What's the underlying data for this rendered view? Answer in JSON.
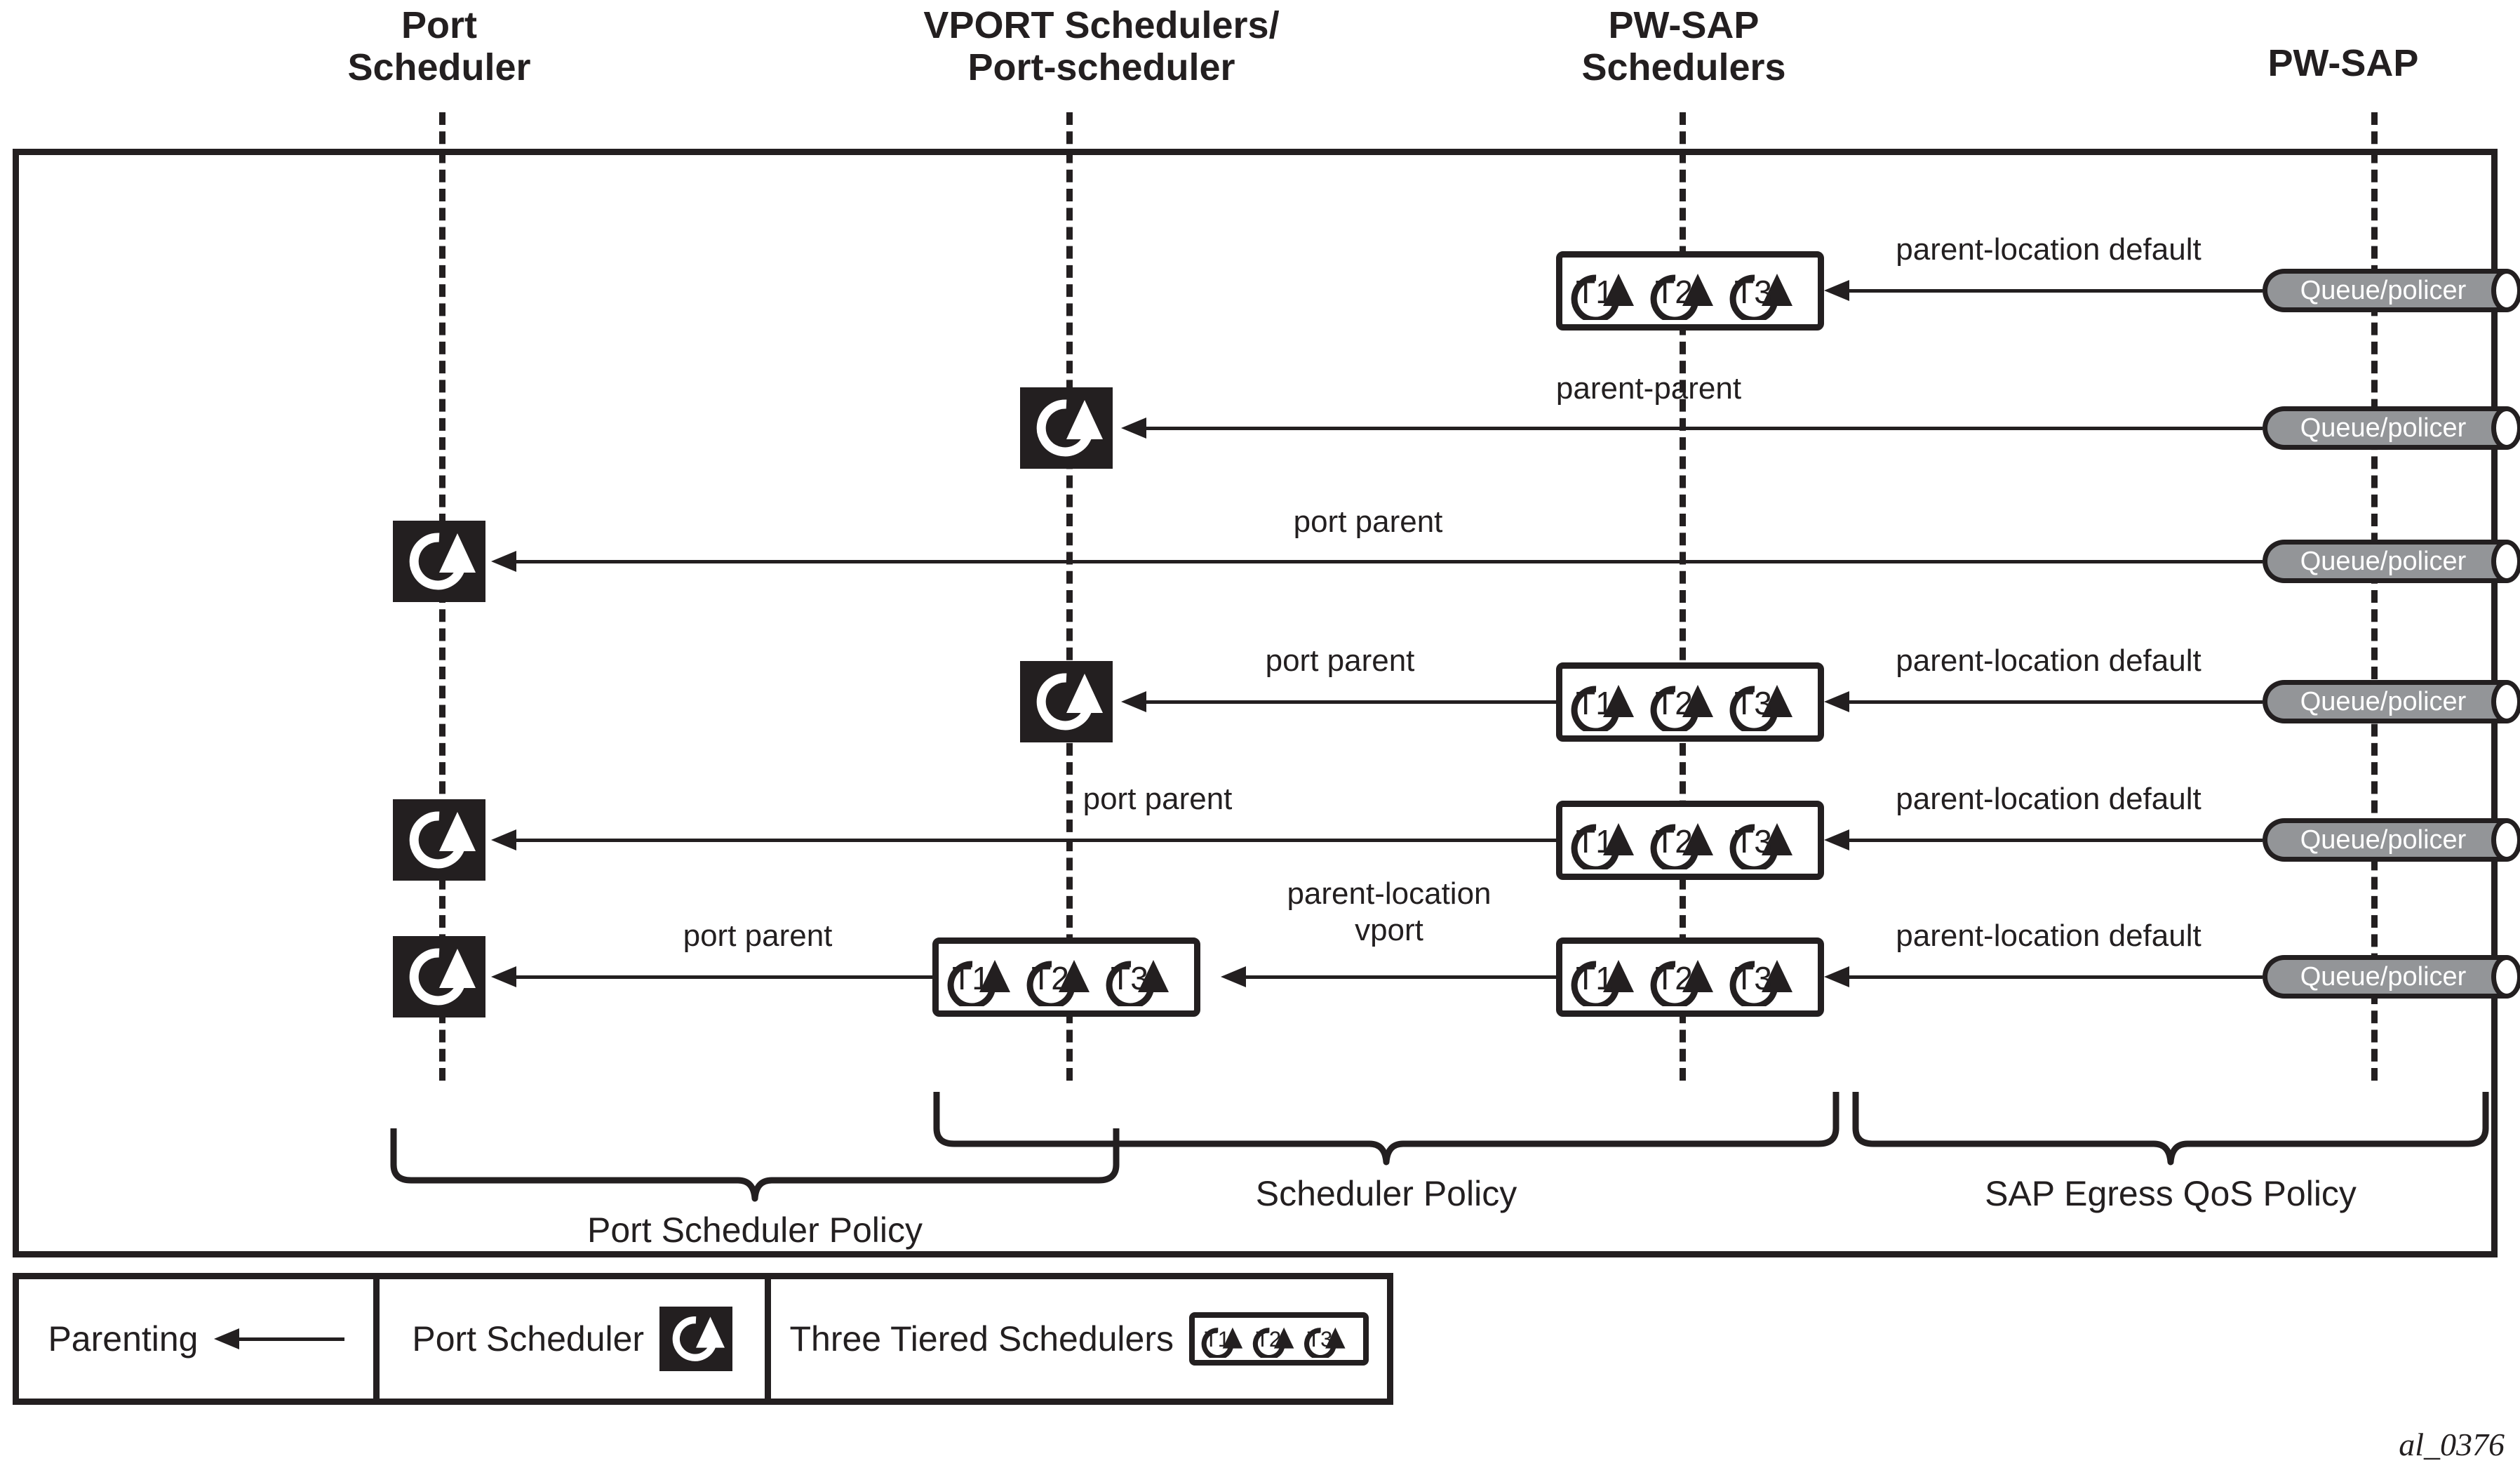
{
  "figure": {
    "caption_id": "al_0376",
    "colors": {
      "ink": "#231f20",
      "queue_fill": "#939598",
      "page": "#ffffff"
    }
  },
  "column_headers": [
    {
      "id": "port-scheduler",
      "line1": "Port",
      "line2": "Scheduler"
    },
    {
      "id": "vport",
      "line1": "VPORT Schedulers/",
      "line2": "Port-scheduler"
    },
    {
      "id": "pwsap-sched",
      "line1": "PW-SAP",
      "line2": "Schedulers"
    },
    {
      "id": "pwsap",
      "line1": "PW-SAP",
      "line2": ""
    }
  ],
  "rows": [
    {
      "id": "row-1",
      "queue_label": "Queue/policer",
      "right_link_label": "parent-location default",
      "has_pwsap_tier": true,
      "mid_link_label": "",
      "has_vport_node": false,
      "left_link_label": "",
      "has_port_scheduler": false
    },
    {
      "id": "row-2",
      "queue_label": "Queue/policer",
      "right_link_label": "parent-parent",
      "has_pwsap_tier": false,
      "mid_link_label": "",
      "has_vport_node": true,
      "left_link_label": "",
      "has_port_scheduler": false
    },
    {
      "id": "row-3",
      "queue_label": "Queue/policer",
      "right_link_label": "port parent",
      "has_pwsap_tier": false,
      "mid_link_label": "",
      "has_vport_node": false,
      "left_link_label": "",
      "has_port_scheduler": true
    },
    {
      "id": "row-4",
      "queue_label": "Queue/policer",
      "right_link_label": "parent-location default",
      "has_pwsap_tier": true,
      "mid_link_label": "port parent",
      "has_vport_node": true,
      "left_link_label": "",
      "has_port_scheduler": false
    },
    {
      "id": "row-5",
      "queue_label": "Queue/policer",
      "right_link_label": "parent-location default",
      "has_pwsap_tier": true,
      "mid_link_label": "port parent",
      "has_vport_node": false,
      "left_link_label": "",
      "has_port_scheduler": true
    },
    {
      "id": "row-6",
      "queue_label": "Queue/policer",
      "right_link_label": "parent-location default",
      "has_pwsap_tier": true,
      "mid_link_label_l1": "parent-location",
      "mid_link_label_l2": "vport",
      "has_vport_tier": true,
      "left_link_label": "port parent",
      "has_port_scheduler": true
    }
  ],
  "tier_labels": {
    "t1": "T1",
    "t2": "T2",
    "t3": "T3"
  },
  "policy_brackets": [
    {
      "id": "port-scheduler-policy",
      "label": "Port Scheduler Policy"
    },
    {
      "id": "scheduler-policy",
      "label": "Scheduler Policy"
    },
    {
      "id": "sap-egress-qos-policy",
      "label": "SAP Egress QoS Policy"
    }
  ],
  "legend": {
    "items": [
      {
        "id": "parenting",
        "label": "Parenting",
        "glyph": "arrow-left-icon"
      },
      {
        "id": "port-scheduler",
        "label": "Port Scheduler",
        "glyph": "port-scheduler-icon"
      },
      {
        "id": "three-tiered",
        "label": "Three Tiered Schedulers",
        "glyph": "three-tiered-scheduler-icon"
      }
    ]
  }
}
